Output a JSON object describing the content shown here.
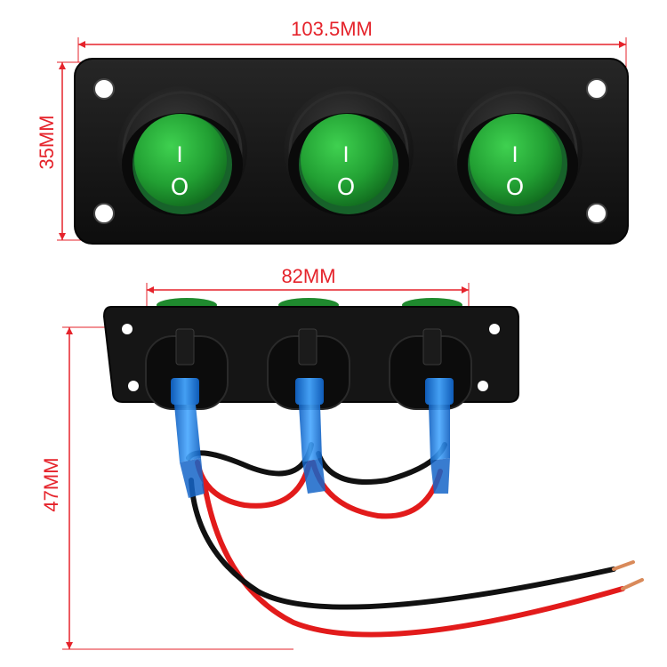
{
  "dimensions": {
    "width_label": "103.5MM",
    "height_label": "35MM",
    "spacing_label": "82MM",
    "depth_label": "47MM"
  },
  "switch_symbols": {
    "on": "I",
    "off": "O"
  },
  "colors": {
    "dimension_line": "#e5232b",
    "panel": "#161616",
    "switch_green": "#25a23a",
    "terminal_blue": "#1f7fe0",
    "wire_red": "#e21b1b",
    "wire_black": "#111111",
    "copper": "#d98a5a"
  }
}
